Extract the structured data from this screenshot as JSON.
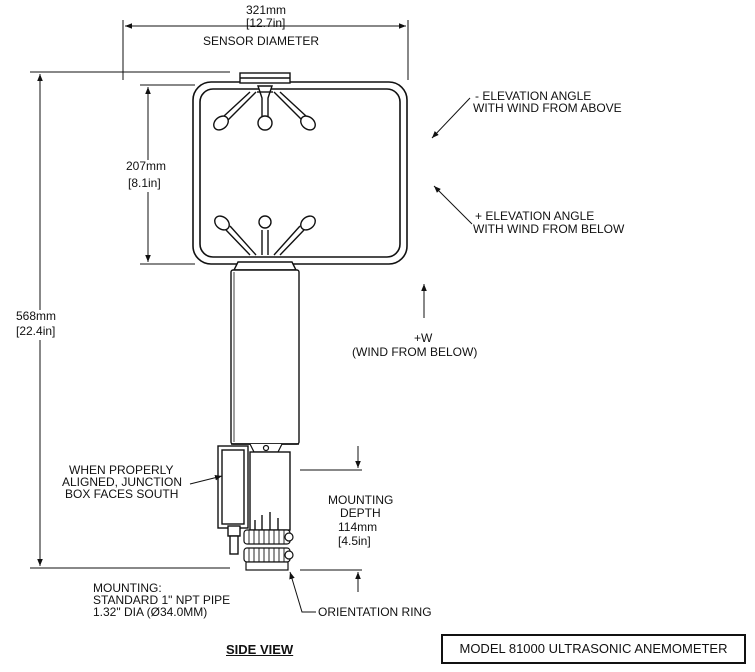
{
  "dimensions": {
    "sensor_diameter": {
      "mm": "321mm",
      "in": "[12.7in]",
      "label": "SENSOR DIAMETER"
    },
    "inner_height": {
      "mm": "207mm",
      "in": "[8.1in]"
    },
    "overall_height": {
      "mm": "568mm",
      "in": "[22.4in]"
    },
    "mounting_depth": {
      "label_line1": "MOUNTING",
      "label_line2": "DEPTH",
      "mm": "114mm",
      "in": "[4.5in]"
    }
  },
  "annotations": {
    "neg_elevation_line1": "- ELEVATION ANGLE",
    "neg_elevation_line2": "WITH WIND FROM ABOVE",
    "pos_elevation_line1": "+ ELEVATION ANGLE",
    "pos_elevation_line2": "WITH WIND FROM BELOW",
    "w_label": "+W",
    "w_desc": "(WIND FROM BELOW)",
    "junction_line1": "WHEN PROPERLY",
    "junction_line2": "ALIGNED, JUNCTION",
    "junction_line3": "BOX FACES SOUTH",
    "mounting_line1": "MOUNTING:",
    "mounting_line2": "STANDARD 1\" NPT PIPE",
    "mounting_line3": "1.32\" DIA (Ø34.0MM)",
    "orientation_ring": "ORIENTATION RING"
  },
  "footer": {
    "side_view": "SIDE VIEW",
    "model_title": "MODEL 81000 ULTRASONIC ANEMOMETER"
  }
}
